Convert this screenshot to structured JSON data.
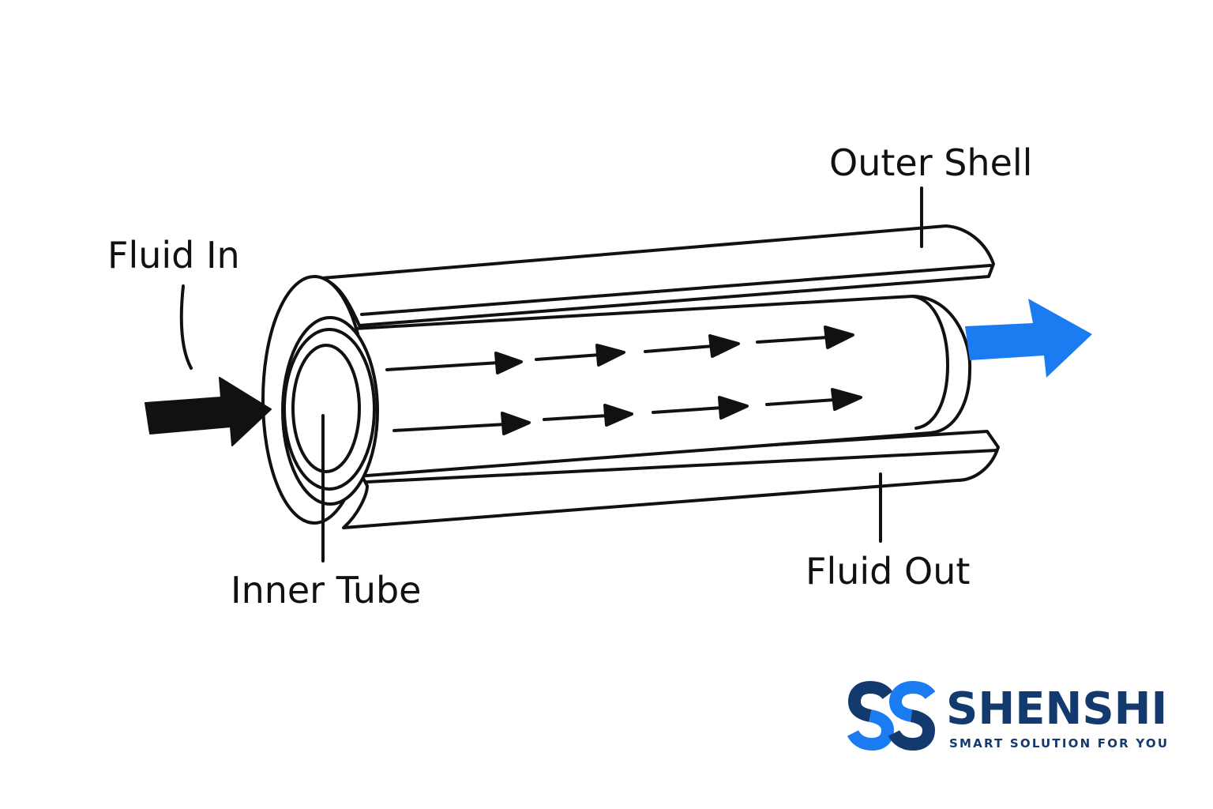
{
  "labels": {
    "outer_shell": "Outer Shell",
    "fluid_in": "Fluid In",
    "inner_tube": "Inner Tube",
    "fluid_out": "Fluid Out"
  },
  "brand": {
    "name": "SHENSHI",
    "tagline": "SMART SOLUTION FOR YOU"
  },
  "colors": {
    "line": "#111111",
    "fluid_out_arrow": "#1a7cf0",
    "brand_navy": "#123a6f",
    "brand_blue": "#1a7cf0"
  },
  "icons": {
    "inlet_arrow": "arrow-right-icon",
    "outlet_arrow": "arrow-right-icon",
    "brand_logo": "ss-logo-icon"
  }
}
